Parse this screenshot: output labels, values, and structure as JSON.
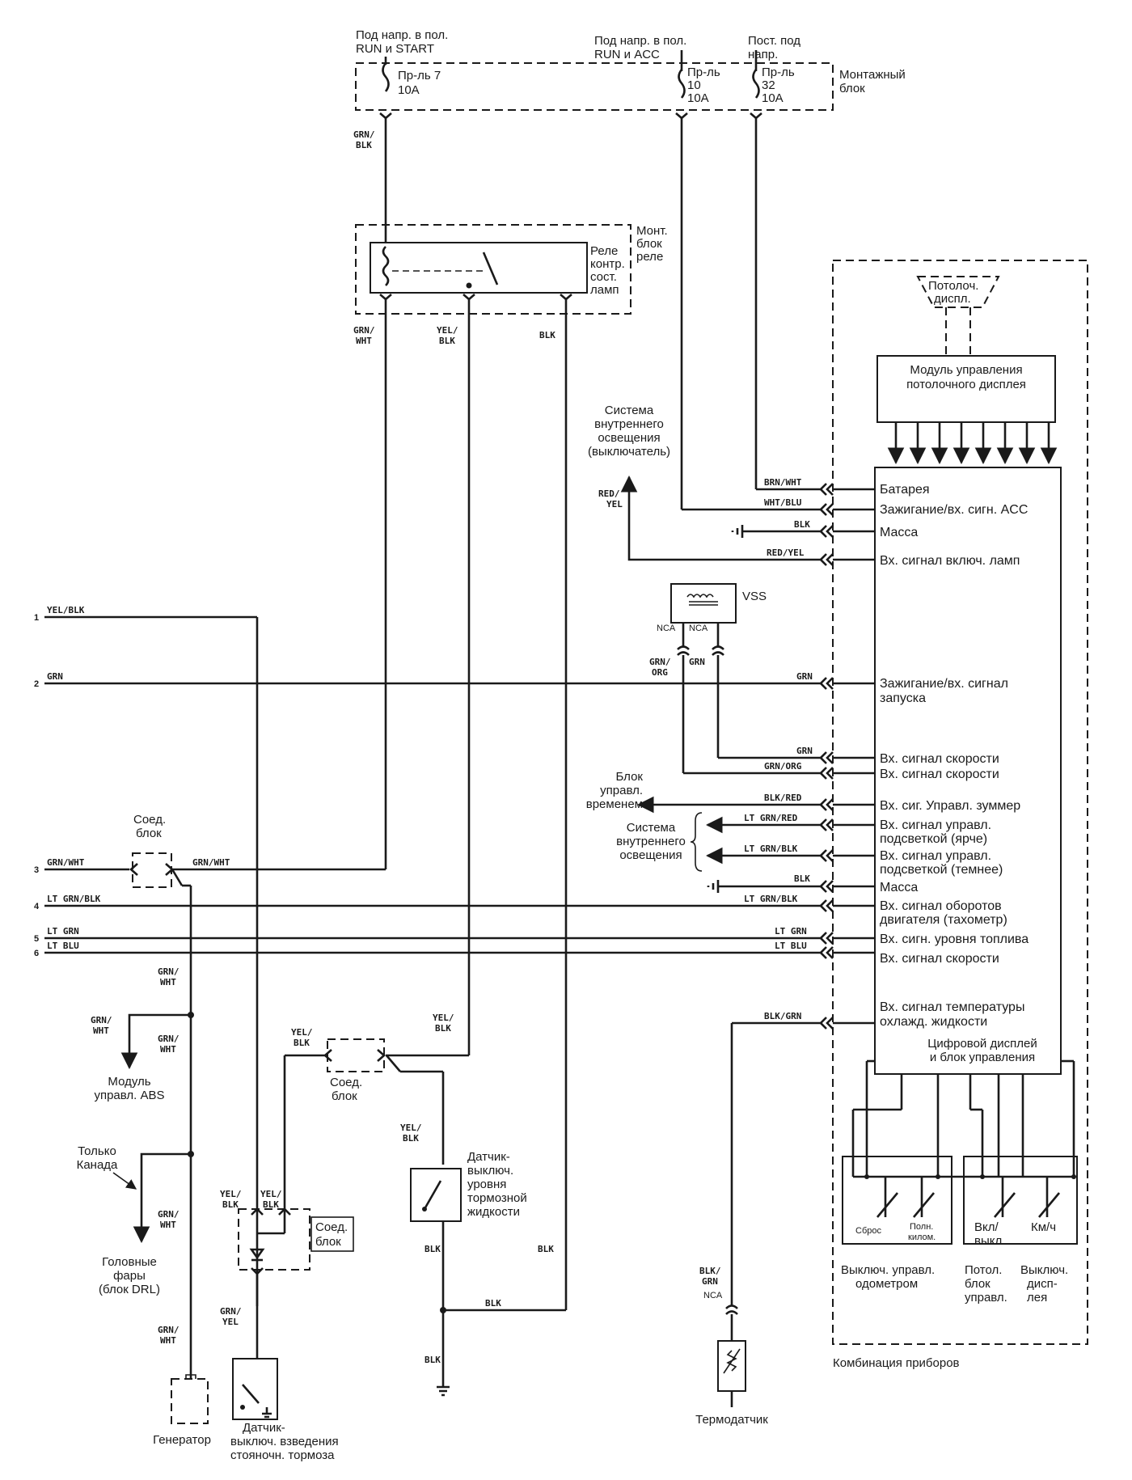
{
  "labels": {
    "supply_run_start": [
      "Под напр. в пол.",
      "RUN и START"
    ],
    "supply_run_acc": [
      "Под напр. в пол.",
      "RUN и ACC"
    ],
    "supply_const": [
      "Пост. под",
      "напр."
    ],
    "fuse7": [
      "Пр-ль 7",
      "10A"
    ],
    "fuse10": [
      "Пр-ль",
      "10",
      "10A"
    ],
    "fuse32": [
      "Пр-ль",
      "32",
      "10A"
    ],
    "fuse_block": [
      "Монтажный",
      "блок"
    ],
    "relay_block": [
      "Монт.",
      "блок",
      "реле"
    ],
    "relay": [
      "Реле",
      "контр.",
      "сост.",
      "ламп"
    ],
    "ceiling_display": [
      "Потолоч.",
      "диспл."
    ],
    "ceiling_module": [
      "Модуль управления",
      "потолочного дисплея"
    ],
    "interior_light_switch": [
      "Система",
      "внутреннего",
      "освещения",
      "(выключатель)"
    ],
    "vss": "VSS",
    "time_control": [
      "Блок",
      "управл.",
      "временем"
    ],
    "interior_light": [
      "Система",
      "внутреннего",
      "освещения"
    ],
    "junction1": [
      "Соед.",
      "блок"
    ],
    "junction2": [
      "Соед.",
      "блок"
    ],
    "junction3": [
      "Соед.",
      "блок"
    ],
    "abs": [
      "Модуль",
      "управл. ABS"
    ],
    "canada": [
      "Только",
      "Канада"
    ],
    "headlights": [
      "Головные",
      "фары",
      "(блок DRL)"
    ],
    "generator": "Генератор",
    "parking_brake": [
      "Датчик-",
      "выключ. взведения",
      "стояночн. тормоза"
    ],
    "brake_fluid": [
      "Датчик-",
      "выключ.",
      "уровня",
      "тормозной",
      "жидкости"
    ],
    "thermo": "Термодатчик",
    "digital_display": [
      "Цифровой дисплей",
      "и блок управления"
    ],
    "reset": "Сброс",
    "full_km": [
      "Полн.",
      "килом."
    ],
    "on_off": [
      "Вкл/",
      "выкл"
    ],
    "kmh": "Км/ч",
    "odometer_switch": [
      "Выключ. управл.",
      "одометром"
    ],
    "ceiling_ctrl": [
      "Потол.",
      "блок",
      "управл."
    ],
    "display_switch": [
      "Выключ.",
      "дисп-",
      "лея"
    ],
    "cluster": "Комбинация приборов",
    "nca": "NCA"
  },
  "pins": [
    "Батарея",
    "Зажигание/вх. сигн. ACC",
    "Масса",
    "Вх. сигнал включ. ламп",
    [
      "Зажигание/вх. сигнал",
      "запуска"
    ],
    "Вх. сигнал скорости",
    "Вх. сигнал скорости",
    "Вх. сиг. Управл. зуммер",
    [
      "Вх. сигнал управл.",
      "подсветкой (ярче)"
    ],
    [
      "Вх. сигнал управл.",
      "подсветкой (темнее)"
    ],
    "Масса",
    [
      "Вх. сигнал оборотов",
      "двигателя (тахометр)"
    ],
    "Вх. сигн. уровня топлива",
    "Вх. сигнал скорости",
    [
      "Вх. сигнал температуры",
      "охлажд. жидкости"
    ]
  ],
  "wires": {
    "grn_blk": [
      "GRN/",
      "BLK"
    ],
    "grn_wht": [
      "GRN/",
      "WHT"
    ],
    "yel_blk": [
      "YEL/",
      "BLK"
    ],
    "blk": "BLK",
    "brn_wht": "BRN/WHT",
    "wht_blu": "WHT/BLU",
    "red_yel": "RED/YEL",
    "red_yel_v": [
      "RED/",
      "YEL"
    ],
    "grn": "GRN",
    "grn_org": "GRN/ORG",
    "grn_org_v": [
      "GRN/",
      "ORG"
    ],
    "blk_red": "BLK/RED",
    "lt_grn_red": "LT GRN/RED",
    "lt_grn_blk": "LT GRN/BLK",
    "lt_grn": "LT GRN",
    "lt_blu": "LT BLU",
    "blk_grn": "BLK/GRN",
    "blk_grn_v": [
      "BLK/",
      "GRN"
    ],
    "grn_yel": [
      "GRN/",
      "YEL"
    ],
    "grn_wht_h": "GRN/WHT",
    "yel_blk_h": "YEL/BLK"
  },
  "left_nums": [
    "1",
    "2",
    "3",
    "4",
    "5",
    "6"
  ]
}
